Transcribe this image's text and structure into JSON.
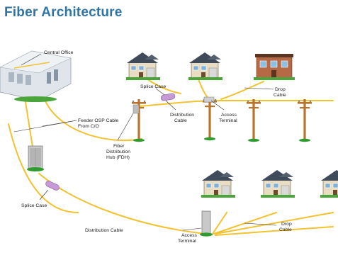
{
  "title": "Fiber Architecture",
  "labels": {
    "central_office": "Central Office",
    "splice_case_top": "Splice Case",
    "distribution_cable_top_line1": "Distribution",
    "distribution_cable_top_line2": "Cable",
    "access_terminal_top_line1": "Access",
    "access_terminal_top_line2": "Terminal",
    "drop_cable_top_line1": "Drop",
    "drop_cable_top_line2": "Cable",
    "feeder_line1": "Feeder OSP Cable",
    "feeder_line2": "From C/O",
    "fdh_line1": "Fiber",
    "fdh_line2": "Distribution",
    "fdh_line3": "Hub (FDH)",
    "splice_case_bottom": "Splice Case",
    "distribution_cable_bottom": "Distribution Cable",
    "access_terminal_bottom_line1": "Access",
    "access_terminal_bottom_line2": "Terminal",
    "drop_cable_bottom_line1": "Drop",
    "drop_cable_bottom_line2": "Cable"
  },
  "colors": {
    "title": "#2f74a6",
    "cable": "#f2c230",
    "grass": "#2e9b2e",
    "pole": "#b8742e",
    "splice_case": "#c59ad6",
    "leader": "#333333"
  },
  "icons": [
    "central-office-building",
    "house-icon",
    "brick-house-icon",
    "utility-pole-icon",
    "fdh-cabinet-icon",
    "splice-case-icon",
    "pedestal-terminal-icon"
  ]
}
